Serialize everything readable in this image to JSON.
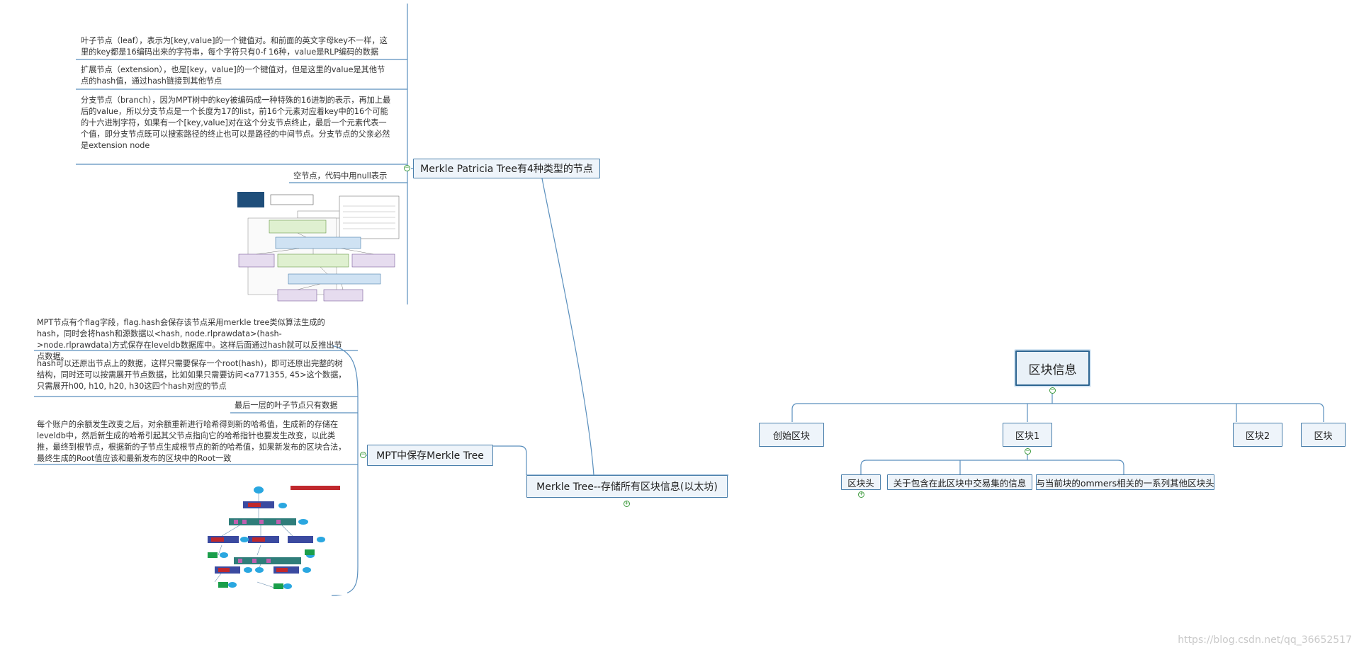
{
  "map": {
    "root": "区块信息",
    "chain": [
      "创始区块",
      "区块1",
      "区块2",
      "区块"
    ],
    "block1_children": [
      "区块头",
      "关于包含在此区块中交易集的信息",
      "与当前块的ommers相关的一系列其他区块头"
    ],
    "merkle_tree": "Merkle Tree--存储所有区块信息(以太坊)",
    "mpt_types": "Merkle Patricia Tree有4种类型的节点",
    "mpt_save": "MPT中保存Merkle Tree"
  },
  "notes": {
    "leaf": "叶子节点（leaf），表示为[key,value]的一个键值对。和前面的英文字母key不一样，这里的key都是16编码出来的字符串，每个字符只有0-f 16种，value是RLP编码的数据",
    "extension": "扩展节点（extension），也是[key，value]的一个键值对，但是这里的value是其他节点的hash值，通过hash链接到其他节点",
    "branch": "分支节点（branch），因为MPT树中的key被编码成一种特殊的16进制的表示，再加上最后的value，所以分支节点是一个长度为17的list，前16个元素对应着key中的16个可能的十六进制字符，如果有一个[key,value]对在这个分支节点终止，最后一个元素代表一个值，即分支节点既可以搜索路径的终止也可以是路径的中间节点。分支节点的父亲必然是extension node",
    "empty": "空节点，代码中用null表示",
    "flag": "MPT节点有个flag字段，flag.hash会保存该节点采用merkle tree类似算法生成的hash，同时会将hash和源数据以<hash, node.rlprawdata>(hash->node.rlprawdata)方式保存在leveldb数据库中。这样后面通过hash就可以反推出节点数据。",
    "restore": "hash可以还原出节点上的数据，这样只需要保存一个root(hash)，即可还原出完整的树结构，同时还可以按需展开节点数据，比如如果只需要访问<a771355, 45>这个数据，只需展开h00, h10, h20, h30这四个hash对应的节点",
    "last_leaf": "最后一层的叶子节点只有数据",
    "balance": "每个账户的余额发生改变之后，对余额重新进行哈希得到新的哈希值，生成新的存储在leveldb中，然后新生成的哈希引起其父节点指向它的哈希指针也要发生改变，以此类推，最终到根节点，根据新的子节点生成根节点的新的哈希值，如果新发布的区块合法，最终生成的Root值应该和最新发布的区块中的Root一致"
  },
  "watermark": "https://blog.csdn.net/qq_36652517",
  "colors": {
    "node_border": "#4a7fab",
    "node_fill": "#eef4fa",
    "line": "#5a8fbd",
    "toggle": "#3c9a3c"
  }
}
